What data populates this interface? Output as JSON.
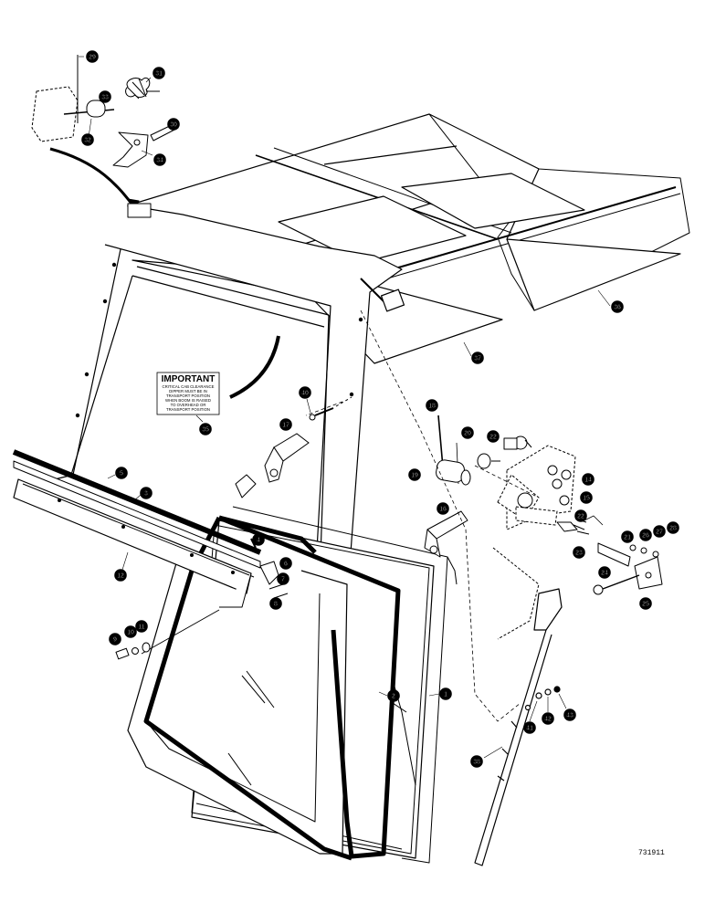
{
  "label": {
    "title": "IMPORTANT",
    "lines": [
      "CRITICAL CAB CLEARANCE",
      "DIPPER MUST BE IN",
      "TRANSPORT POSITION",
      "WHEN BOOM IS RAISED",
      "TO OVERHEAD OR",
      "TRANSPORT POSITION"
    ]
  },
  "drawing_ref": "731911",
  "callouts": [
    "29",
    "31",
    "33",
    "32",
    "30",
    "34",
    "36",
    "37",
    "35",
    "40",
    "17",
    "18",
    "20",
    "22",
    "19",
    "14",
    "15",
    "22",
    "23",
    "21",
    "26",
    "27",
    "28",
    "24",
    "25",
    "16",
    "5",
    "3",
    "12",
    "4",
    "6",
    "7",
    "8",
    "9",
    "10",
    "11",
    "2",
    "1",
    "41",
    "42",
    "43",
    "38"
  ]
}
